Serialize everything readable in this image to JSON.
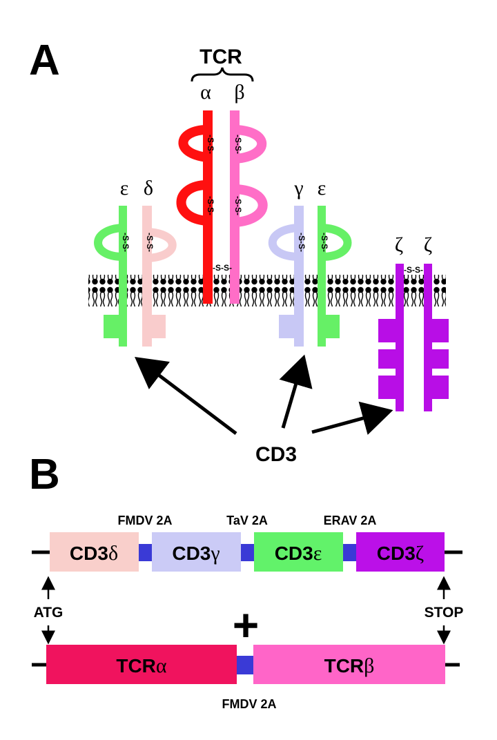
{
  "panel_a": {
    "label": "A",
    "tcr_label": "TCR",
    "alpha": "α",
    "beta": "β",
    "epsilon_left": "ε",
    "delta": "δ",
    "gamma": "γ",
    "epsilon_right": "ε",
    "zeta_left": "ζ",
    "zeta_right": "ζ",
    "disulfide": "-S-S-",
    "cd3_label": "CD3"
  },
  "panel_b": {
    "label": "B",
    "linker_labels": [
      "FMDV 2A",
      "TaV 2A",
      "ERAV 2A"
    ],
    "top_segments": [
      {
        "prefix": "CD3",
        "greek": "δ",
        "color": "#f9cfcb"
      },
      {
        "prefix": "CD3",
        "greek": "γ",
        "color": "#cbcbf6"
      },
      {
        "prefix": "CD3",
        "greek": "ε",
        "color": "#62f26a"
      },
      {
        "prefix": "CD3",
        "greek": "ζ",
        "color": "#bb10e8"
      }
    ],
    "bottom_segments": [
      {
        "prefix": "TCR",
        "greek": "α",
        "color": "#f0135e"
      },
      {
        "prefix": "TCR",
        "greek": "β",
        "color": "#ff65c8"
      }
    ],
    "atg_label": "ATG",
    "stop_label": "STOP",
    "plus": "+",
    "bottom_linker_label": "FMDV 2A"
  },
  "colors": {
    "tcr_alpha": "#ff1010",
    "tcr_beta": "#ff6ec7",
    "cd3_epsilon": "#66f066",
    "cd3_delta": "#f9cccc",
    "cd3_gamma": "#c8c8f5",
    "cd3_zeta": "#b80ee6",
    "linker": "#3a3ad6"
  }
}
